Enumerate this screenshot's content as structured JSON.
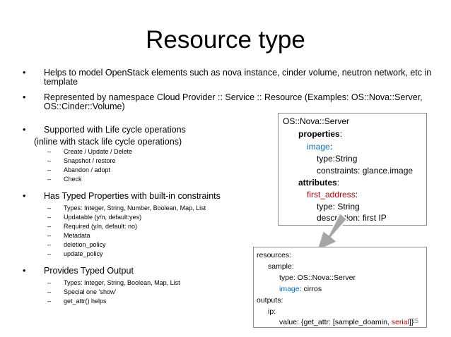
{
  "title": "Resource type",
  "bullet_symbol": "•",
  "dash_symbol": "–",
  "bullets": {
    "b1_line1": "Helps to model OpenStack elements such as nova instance, cinder volume, neutron network, etc in",
    "b1_line2": "template",
    "b2_line1": "Represented by namespace Cloud Provider :: Service :: Resource (Examples: OS::Nova::Server,",
    "b2_line2": "OS::Cinder::Volume)",
    "b3_line1": "Supported with Life cycle operations",
    "b3_line2": "(inline with stack life cycle operations)",
    "b3_subs": [
      "Create / Update / Delete",
      "Snapshot / restore",
      "Abandon / adopt",
      "Check"
    ],
    "b4": "Has Typed Properties with built-in constraints",
    "b4_subs": [
      "Types: Integer, String, Number, Boolean, Map, List",
      "Updatable (y/n, default:yes)",
      "Required (y/n, default: no)",
      "Metadata",
      "deletion_policy",
      "update_policy"
    ],
    "b5": "Provides Typed Output",
    "b5_subs": [
      "Types: Integer, String, Boolean, Map, List",
      "Special one ‘show’",
      "get_attr() helps"
    ]
  },
  "box1": {
    "l1": "OS::Nova::Server",
    "l2": "properties",
    "l2c": ":",
    "l3": "image",
    "l3c": ":",
    "l4": "type:String",
    "l5": "constraints: glance.image",
    "l6": "attributes",
    "l6c": ":",
    "l7": "first_address",
    "l7c": ":",
    "l8": "type: String",
    "l9": "description: first IP"
  },
  "box2": {
    "l1": "resources:",
    "l2": "sample:",
    "l3": "type: OS::Nova::Server",
    "l4a": "image",
    "l4b": ": cirros",
    "l5": "outputs:",
    "l6": "ip:",
    "l7a": "value: {get_attr: [sample_doamin, ",
    "l7b": "serial",
    "l7c": "]}"
  },
  "page_number": "25",
  "colors": {
    "blue": "#0070c0",
    "red": "#c00000",
    "border": "#8c8c8c",
    "arrow": "#a6a6a6"
  }
}
